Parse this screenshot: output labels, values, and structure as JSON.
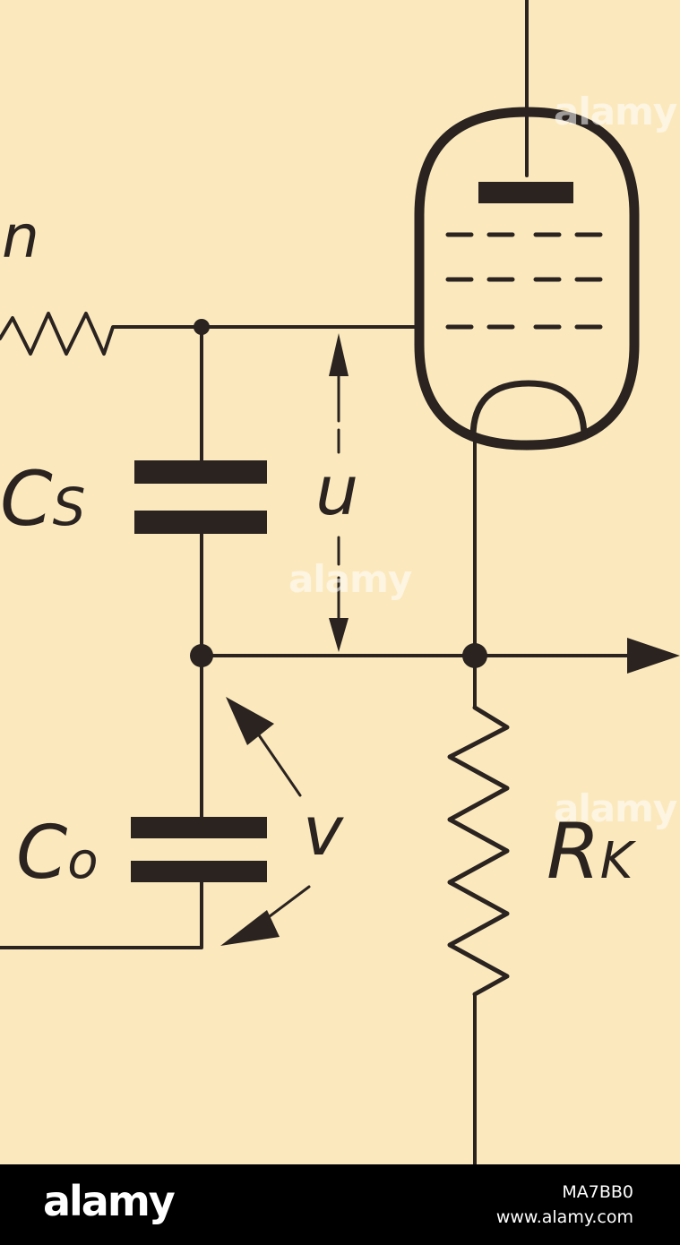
{
  "labels": {
    "r_partial": "n",
    "cs_main": "C",
    "cs_sub": "S",
    "u": "u",
    "v": "v",
    "co_main": "C",
    "co_sub": "o",
    "rk_main": "R",
    "rk_sub": "K"
  },
  "watermark": {
    "text": "alamy"
  },
  "footer": {
    "logo": "alamy",
    "image_id": "MA7BB0",
    "site": "www.alamy.com"
  },
  "colors": {
    "paper": "#fbe9bd",
    "ink": "#2a2320",
    "footer_bg": "#000000",
    "footer_text": "#ffffff"
  }
}
